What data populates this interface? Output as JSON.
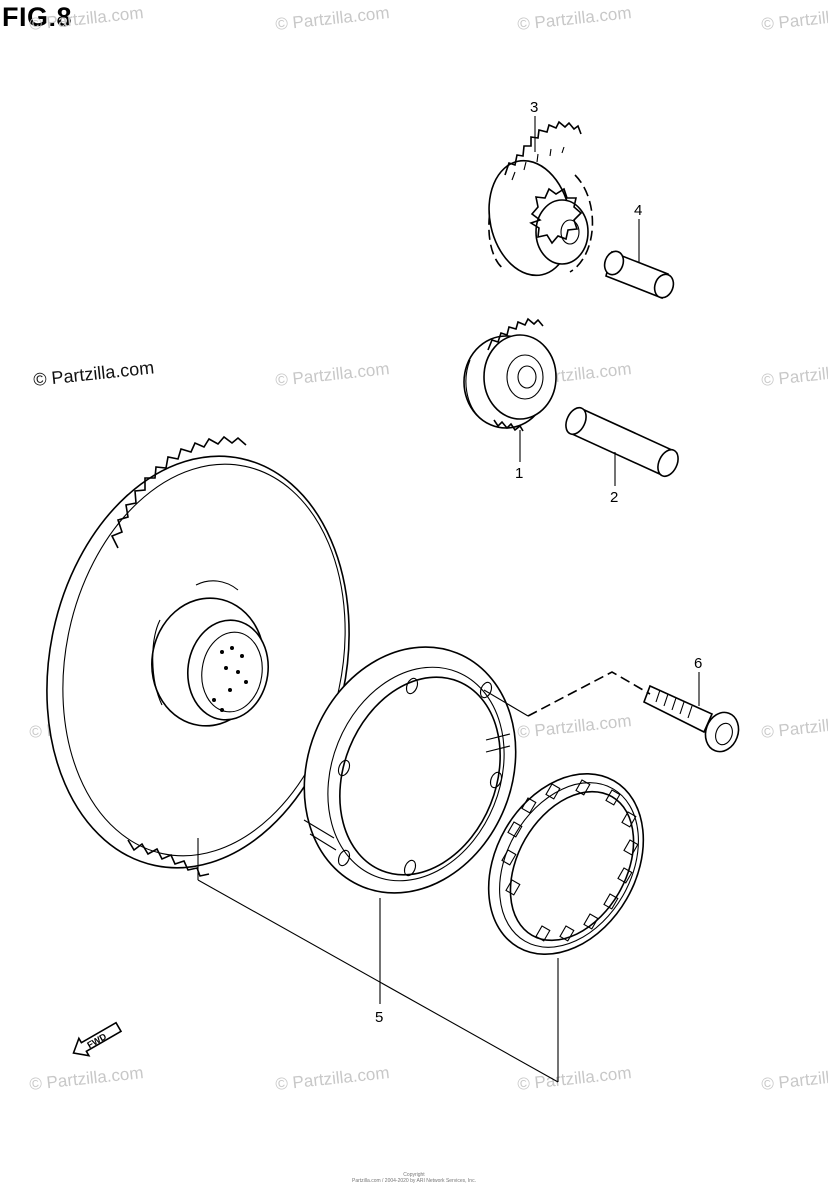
{
  "figure": {
    "title": "FIG.8"
  },
  "watermark": {
    "text": "© Partzilla.com",
    "prominent_text": "© Partzilla.com",
    "color": "#c8c8c8"
  },
  "callouts": [
    {
      "label": "1",
      "part": "gear"
    },
    {
      "label": "2",
      "part": "shaft"
    },
    {
      "label": "3",
      "part": "gear"
    },
    {
      "label": "4",
      "part": "shaft"
    },
    {
      "label": "5",
      "part": "starter clutch assembly"
    },
    {
      "label": "6",
      "part": "bolt"
    }
  ],
  "direction_marker": {
    "label": "FWD",
    "icon": "forward-arrow-icon"
  },
  "footer": {
    "line1": "Copyright",
    "line2": "Partzilla.com / 2004-2020 by ARI Network Services, Inc."
  }
}
